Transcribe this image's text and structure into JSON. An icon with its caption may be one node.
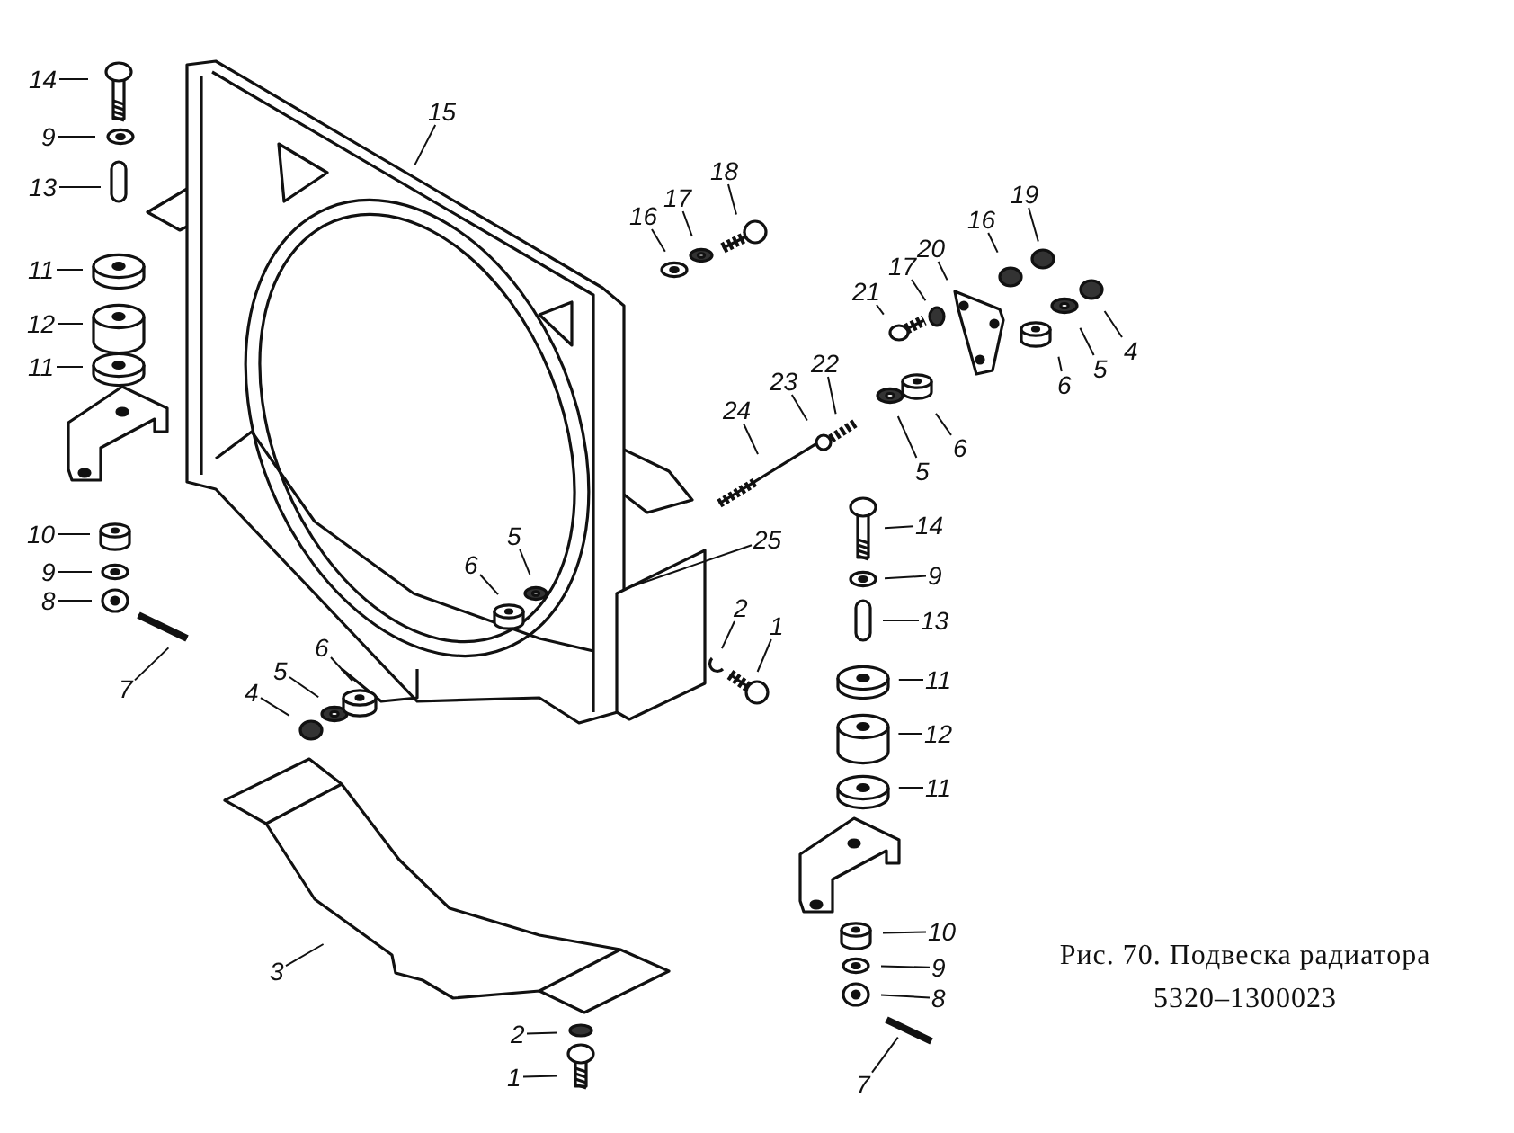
{
  "diagram": {
    "caption": "Рис. 70. Подвеска радиатора 5320–1300023",
    "nodes": [
      {
        "text": [
          "14"
        ]
      },
      {
        "text": [
          "9"
        ]
      },
      {
        "text": [
          "13"
        ]
      },
      {
        "text": [
          "11"
        ]
      },
      {
        "text": [
          "12"
        ]
      },
      {
        "text": [
          "11"
        ]
      },
      {
        "text": [
          "10"
        ]
      },
      {
        "text": [
          "9"
        ]
      },
      {
        "text": [
          "8"
        ]
      },
      {
        "text": [
          "7"
        ]
      },
      {
        "text": [
          "15"
        ]
      },
      {
        "text": [
          "16"
        ]
      },
      {
        "text": [
          "17"
        ]
      },
      {
        "text": [
          "18"
        ]
      },
      {
        "text": [
          "21"
        ]
      },
      {
        "text": [
          "17"
        ]
      },
      {
        "text": [
          "20"
        ]
      },
      {
        "text": [
          "16"
        ]
      },
      {
        "text": [
          "19"
        ]
      },
      {
        "text": [
          "4"
        ]
      },
      {
        "text": [
          "5"
        ]
      },
      {
        "text": [
          "6"
        ]
      },
      {
        "text": [
          "24"
        ]
      },
      {
        "text": [
          "23"
        ]
      },
      {
        "text": [
          "22"
        ]
      },
      {
        "text": [
          "5"
        ]
      },
      {
        "text": [
          "6"
        ]
      },
      {
        "text": [
          "5"
        ]
      },
      {
        "text": [
          "6"
        ]
      },
      {
        "text": [
          "25"
        ]
      },
      {
        "text": [
          "14"
        ]
      },
      {
        "text": [
          "9"
        ]
      },
      {
        "text": [
          "13"
        ]
      },
      {
        "text": [
          "2"
        ]
      },
      {
        "text": [
          "1"
        ]
      },
      {
        "text": [
          "11"
        ]
      },
      {
        "text": [
          "12"
        ]
      },
      {
        "text": [
          "11"
        ]
      },
      {
        "text": [
          "4"
        ]
      },
      {
        "text": [
          "5"
        ]
      },
      {
        "text": [
          "6"
        ]
      },
      {
        "text": [
          "3"
        ]
      },
      {
        "text": [
          "10"
        ]
      },
      {
        "text": [
          "9"
        ]
      },
      {
        "text": [
          "8"
        ]
      },
      {
        "text": [
          "7"
        ]
      },
      {
        "text": [
          "2"
        ]
      },
      {
        "text": [
          "1"
        ]
      }
    ],
    "edges": [
      {
        "from": 0,
        "to": null,
        "arrow": "none"
      },
      {
        "from": 1,
        "to": null,
        "arrow": "none"
      },
      {
        "from": 2,
        "to": null,
        "arrow": "none"
      },
      {
        "from": 3,
        "to": null,
        "arrow": "none"
      },
      {
        "from": 4,
        "to": null,
        "arrow": "none"
      },
      {
        "from": 5,
        "to": null,
        "arrow": "none"
      },
      {
        "from": 6,
        "to": null,
        "arrow": "none"
      },
      {
        "from": 7,
        "to": null,
        "arrow": "none"
      },
      {
        "from": 8,
        "to": null,
        "arrow": "none"
      },
      {
        "from": 9,
        "to": null,
        "arrow": "none"
      },
      {
        "from": 10,
        "to": null,
        "arrow": "none"
      },
      {
        "from": 11,
        "to": null,
        "arrow": "none"
      },
      {
        "from": 12,
        "to": null,
        "arrow": "none"
      },
      {
        "from": 13,
        "to": null,
        "arrow": "none"
      },
      {
        "from": 14,
        "to": null,
        "arrow": "none"
      },
      {
        "from": 15,
        "to": null,
        "arrow": "none"
      },
      {
        "from": 16,
        "to": null,
        "arrow": "none"
      },
      {
        "from": 17,
        "to": null,
        "arrow": "none"
      },
      {
        "from": 18,
        "to": null,
        "arrow": "none"
      },
      {
        "from": 19,
        "to": null,
        "arrow": "none"
      },
      {
        "from": 20,
        "to": null,
        "arrow": "none"
      },
      {
        "from": 21,
        "to": null,
        "arrow": "none"
      },
      {
        "from": 22,
        "to": null,
        "arrow": "none"
      },
      {
        "from": 23,
        "to": null,
        "arrow": "none"
      },
      {
        "from": 24,
        "to": null,
        "arrow": "none"
      },
      {
        "from": 25,
        "to": null,
        "arrow": "none"
      },
      {
        "from": 26,
        "to": null,
        "arrow": "none"
      },
      {
        "from": 27,
        "to": null,
        "arrow": "none"
      },
      {
        "from": 28,
        "to": null,
        "arrow": "none"
      },
      {
        "from": 29,
        "to": null,
        "arrow": "none"
      },
      {
        "from": 30,
        "to": null,
        "arrow": "none"
      },
      {
        "from": 31,
        "to": null,
        "arrow": "none"
      },
      {
        "from": 32,
        "to": null,
        "arrow": "none"
      },
      {
        "from": 33,
        "to": null,
        "arrow": "none"
      },
      {
        "from": 34,
        "to": null,
        "arrow": "none"
      },
      {
        "from": 35,
        "to": null,
        "arrow": "none"
      },
      {
        "from": 36,
        "to": null,
        "arrow": "none"
      },
      {
        "from": 37,
        "to": null,
        "arrow": "none"
      },
      {
        "from": 38,
        "to": null,
        "arrow": "none"
      },
      {
        "from": 39,
        "to": null,
        "arrow": "none"
      },
      {
        "from": 40,
        "to": null,
        "arrow": "none"
      },
      {
        "from": 41,
        "to": null,
        "arrow": "none"
      },
      {
        "from": 42,
        "to": null,
        "arrow": "none"
      },
      {
        "from": 43,
        "to": null,
        "arrow": "none"
      },
      {
        "from": 44,
        "to": null,
        "arrow": "none"
      },
      {
        "from": 45,
        "to": null,
        "arrow": "none"
      },
      {
        "from": 46,
        "to": null,
        "arrow": "none"
      },
      {
        "from": 47,
        "to": null,
        "arrow": "none"
      }
    ]
  }
}
